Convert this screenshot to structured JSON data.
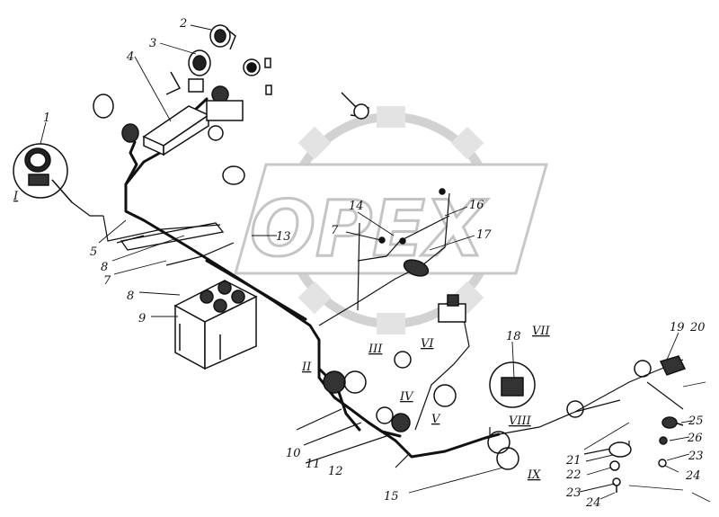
{
  "watermark": {
    "text": "OPEX"
  },
  "labels": {
    "n1": "1",
    "n2": "2",
    "n3": "3",
    "n4": "4",
    "n5": "5",
    "n7a": "7",
    "n7b": "7",
    "n8a": "8",
    "n8b": "8",
    "n9": "9",
    "n10": "10",
    "n11": "11",
    "n12": "12",
    "n13": "13",
    "n14": "14",
    "n15": "15",
    "n16": "16",
    "n17": "17",
    "n18": "18",
    "n19": "19",
    "n20": "20",
    "n21": "21",
    "n22": "22",
    "n23a": "23",
    "n23b": "23",
    "n24a": "24",
    "n24b": "24",
    "n25": "25",
    "n26": "26"
  },
  "details": {
    "r1": "I",
    "r2": "II",
    "r3": "III",
    "r4": "IV",
    "r5": "V",
    "r6": "VI",
    "r7": "VII",
    "r8": "VIII",
    "r9": "IX"
  }
}
